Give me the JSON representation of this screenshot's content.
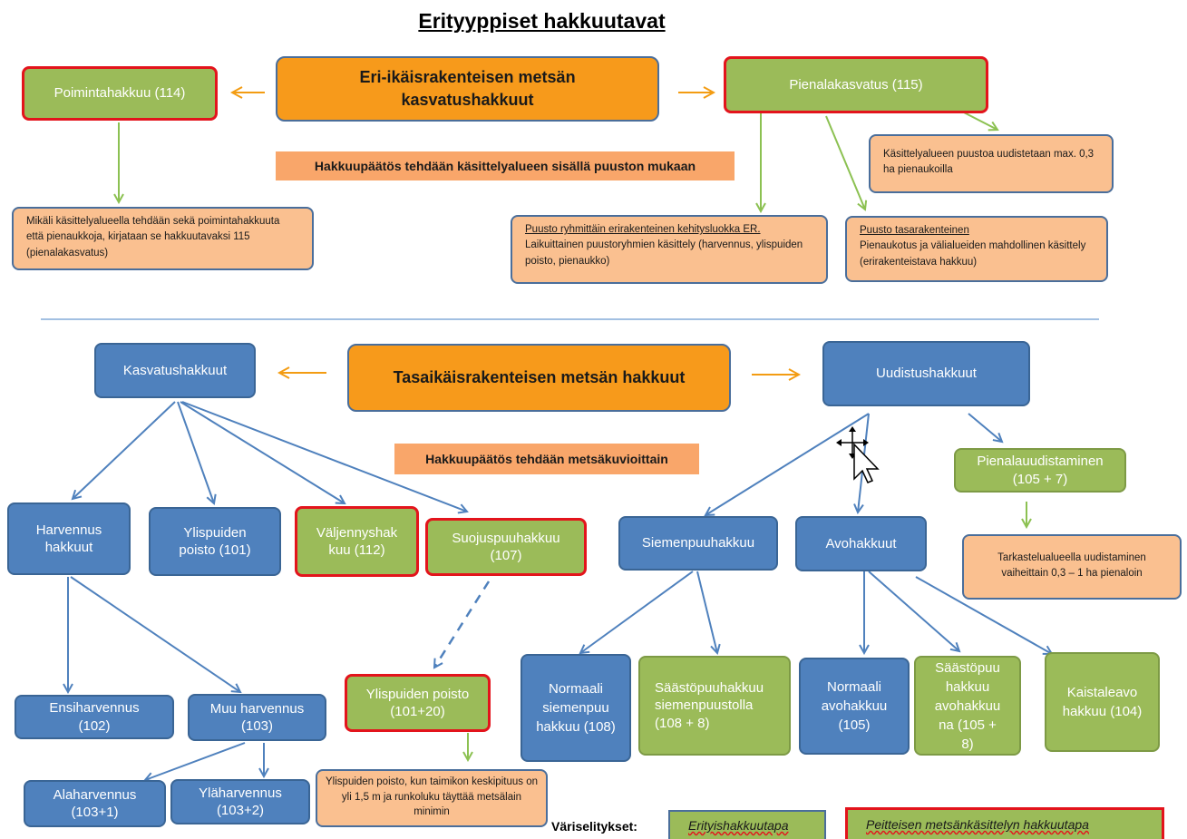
{
  "title": "Erityyppiset hakkuutavat",
  "top": {
    "main": "Eri-ikäisrakenteisen metsän kasvatushakkuut",
    "poimintahakkuu": "Poimintahakkuu (114)",
    "pienalakasvatus": "Pienalakasvatus (115)",
    "banner": "Hakkuupäätös tehdään käsittelyalueen sisällä puuston mukaan",
    "note_left": "Mikäli käsittelyalueella tehdään sekä poimintahakkuuta että pienaukkoja, kirjataan se hakkuutavaksi 115 (pienalakasvatus)",
    "note_right_top": "Käsittelyalueen puustoa uudistetaan max. 0,3 ha pienaukoilla",
    "note_mid_title": "Puusto ryhmittäin erirakenteinen kehitysluokka ER.",
    "note_mid_body": "Laikuittainen puustoryhmien käsittely (harvennus, ylispuiden poisto, pienaukko)",
    "note_right_title": "Puusto tasarakenteinen",
    "note_right_body": "Pienaukotus ja välialueiden mahdollinen käsittely (erirakenteistava hakkuu)"
  },
  "bottom": {
    "main": "Tasaikäisrakenteisen metsän hakkuut",
    "kasvatushakkuut": "Kasvatushakkuut",
    "uudistushakkuut": "Uudistushakkuut",
    "banner": "Hakkuupäätös tehdään metsäkuvioittain",
    "harvennus": "Harvennus hakkuut",
    "ylispuiden_poisto": "Ylispuiden poisto (101)",
    "valjennys": "Väljennyshak kuu (112)",
    "suojuspuu": "Suojuspuuhakkuu (107)",
    "ensiharvennus": "Ensiharvennus (102)",
    "muu_harvennus": "Muu harvennus (103)",
    "alaharvennus": "Alaharvennus (103+1)",
    "ylaharvennus": "Yläharvennus (103+2)",
    "ylispuiden_poisto_20": "Ylispuiden poisto (101+20)",
    "ylispuu_note": "Ylispuiden poisto, kun taimikon keskipituus on yli 1,5 m ja runkoluku täyttää metsälain minimin",
    "pienalauudistaminen": "Pienalauudistaminen (105 + 7)",
    "tarkastelu_note": "Tarkastelualueella uudistaminen vaiheittain 0,3 – 1 ha pienaloin",
    "siemenpuuhakkuu": "Siemenpuuhakkuu",
    "avohakkuut": "Avohakkuut",
    "normaali_siemenpuu": "Normaali siemenpuu hakkuu (108)",
    "saastopuu_siemen": "Säästöpuuhakkuu siemenpuustolla (108 + 8)",
    "normaali_avohakkuu": "Normaali avohakkuu (105)",
    "saastopuu_avo": "Säästöpuu hakkuu avohakkuu na (105 + 8)",
    "kaistaleavo": "Kaistaleavo hakkuu (104)"
  },
  "legend": {
    "label": "Väriselitykset:",
    "green": "Erityishakkuutapa",
    "red": "Peitteisen metsänkäsittelyn hakkuutapa"
  },
  "colors": {
    "blue": "#4f81bd",
    "green": "#9bbb59",
    "orange": "#f79a1b",
    "note": "#fac090",
    "red_border": "#e3141c"
  }
}
